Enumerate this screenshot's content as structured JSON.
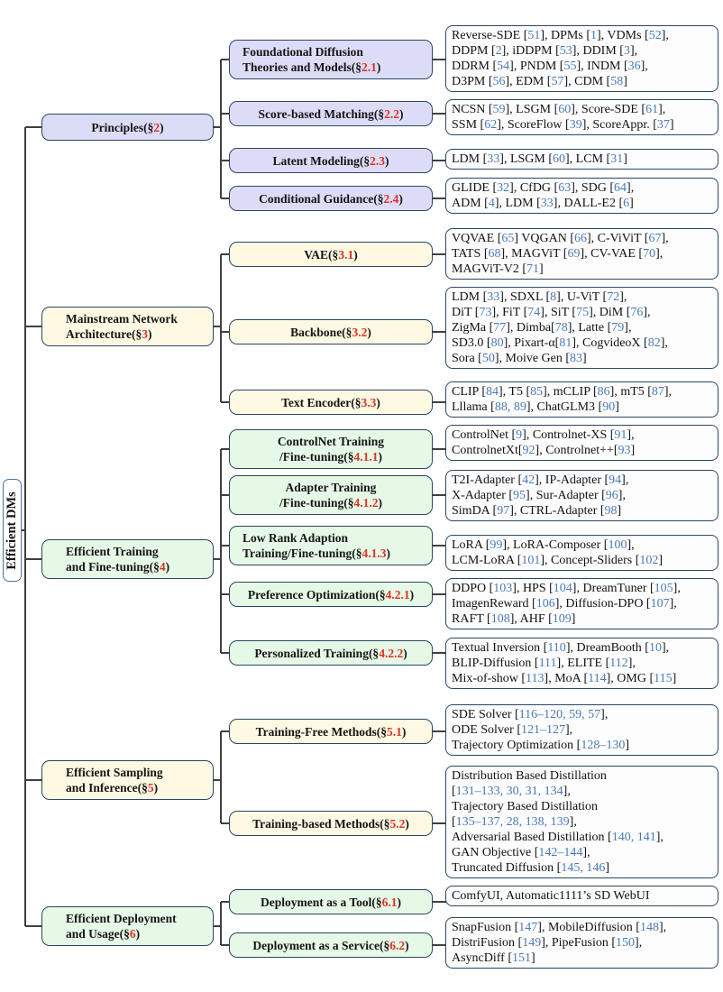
{
  "colors": {
    "citation-blue": "#4a7ab5",
    "section-red": "#dd3226",
    "purple-fill": "#dcdcf7",
    "cream-fill": "#fdf9e3",
    "green-fill": "#e6f8e6",
    "leaf-fill": "#fdfdfe",
    "box-border": "#2c4663",
    "line-color": "#404040"
  },
  "root": {
    "label": "Efficient DMs"
  },
  "sections": [
    {
      "label": "Principles(§2)",
      "children": [
        {
          "label": "Foundational Diffusion\nTheories and Models(§2.1)",
          "papers": "Reverse-SDE [51], DPMs [1], VDMs [52],\nDDPM [2], iDDPM [53], DDIM [3],\nDDRM [54], PNDM [55], INDM [36],\nD3PM [56], EDM [57], CDM [58]"
        },
        {
          "label": "Score-based Matching(§2.2)",
          "papers": "NCSN [59], LSGM [60], Score-SDE [61],\nSSM [62], ScoreFlow [39], ScoreAppr. [37]"
        },
        {
          "label": "Latent Modeling(§2.3)",
          "papers": "LDM [33], LSGM [60], LCM [31]"
        },
        {
          "label": "Conditional Guidance(§2.4)",
          "papers": "GLIDE [32], CfDG [63], SDG [64],\nADM [4], LDM [33], DALL-E2 [6]"
        }
      ]
    },
    {
      "label": "Mainstream Network\nArchitecture(§3)",
      "children": [
        {
          "label": "VAE(§3.1)",
          "papers": "VQVAE [65] VQGAN [66], C-ViViT [67],\nTATS [68], MAGViT [69], CV-VAE [70],\nMAGViT-V2 [71]"
        },
        {
          "label": "Backbone(§3.2)",
          "papers": "LDM [33], SDXL [8], U-ViT [72],\nDiT [73], FiT [74], SiT [75], DiM [76],\nZigMa [77], Dimba[78], Latte [79],\nSD3.0 [80], Pixart-α[81], CogvideoX [82],\nSora [50], Moive Gen [83]"
        },
        {
          "label": "Text Encoder(§3.3)",
          "papers": "CLIP [84], T5 [85], mCLIP [86], mT5 [87],\nLllama [88, 89], ChatGLM3 [90]"
        }
      ]
    },
    {
      "label": "Efficient Training\nand Fine-tuning(§4)",
      "children": [
        {
          "label": "ControlNet Training\n/Fine-tuning(§4.1.1)",
          "papers": "ControlNet [9], Controlnet-XS [91],\nControlnetXt[92], Controlnet++[93]"
        },
        {
          "label": "Adapter Training\n/Fine-tuning(§4.1.2)",
          "papers": "T2I-Adapter [42], IP-Adapter [94],\nX-Adapter [95], Sur-Adapter [96],\nSimDA [97], CTRL-Adapter [98]"
        },
        {
          "label": "Low Rank Adaption\nTraining/Fine-tuning(§4.1.3)",
          "papers": "LoRA [99], LoRA-Composer [100],\nLCM-LoRA [101], Concept-Sliders [102]"
        },
        {
          "label": "Preference Optimization(§4.2.1)",
          "papers": "DDPO [103], HPS [104], DreamTuner [105],\nImagenReward [106], Diffusion-DPO [107],\nRAFT [108], AHF [109]"
        },
        {
          "label": "Personalized Training(§4.2.2)",
          "papers": "Textual Inversion [110], DreamBooth [10],\nBLIP-Diffusion [111], ELITE [112],\nMix-of-show [113], MoA [114], OMG [115]"
        }
      ]
    },
    {
      "label": "Efficient Sampling\nand Inference(§5)",
      "children": [
        {
          "label": "Training-Free Methods(§5.1)",
          "papers": "SDE Solver [116–120, 59, 57],\nODE Solver [121–127],\nTrajectory Optimization [128–130]"
        },
        {
          "label": "Training-based Methods(§5.2)",
          "papers": "Distribution Based Distillation\n[131–133, 30, 31, 134],\nTrajectory Based Distillation\n[135–137, 28, 138, 139],\nAdversarial Based Distillation [140, 141],\nGAN Objective [142–144],\nTruncated Diffusion [145, 146]"
        }
      ]
    },
    {
      "label": "Efficient Deployment\nand Usage(§6)",
      "children": [
        {
          "label": "Deployment as a Tool(§6.1)",
          "papers": "ComfyUI, Automatic1111’s SD WebUI"
        },
        {
          "label": "Deployment as a Service(§6.2)",
          "papers": "SnapFusion [147], MobileDiffusion [148],\nDistriFusion [149], PipeFusion [150],\nAsyncDiff [151]"
        }
      ]
    }
  ]
}
